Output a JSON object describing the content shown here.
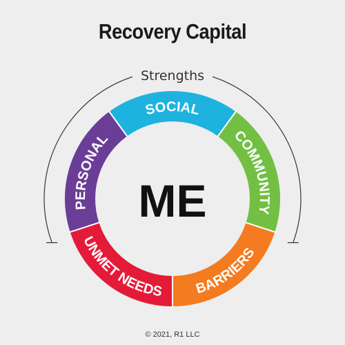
{
  "title": "Recovery Capital",
  "bracket_label": "Strengths",
  "center": "ME",
  "segments": [
    {
      "label": "SOCIAL",
      "color": "#1eb3de"
    },
    {
      "label": "COMMUNITY",
      "color": "#72bf44"
    },
    {
      "label": "BARRIERS",
      "color": "#f47b20"
    },
    {
      "label": "UNMET NEEDS",
      "color": "#e31b38"
    },
    {
      "label": "PERSONAL",
      "color": "#6a3d97"
    }
  ],
  "copyright": "© 2021, R1 LLC"
}
